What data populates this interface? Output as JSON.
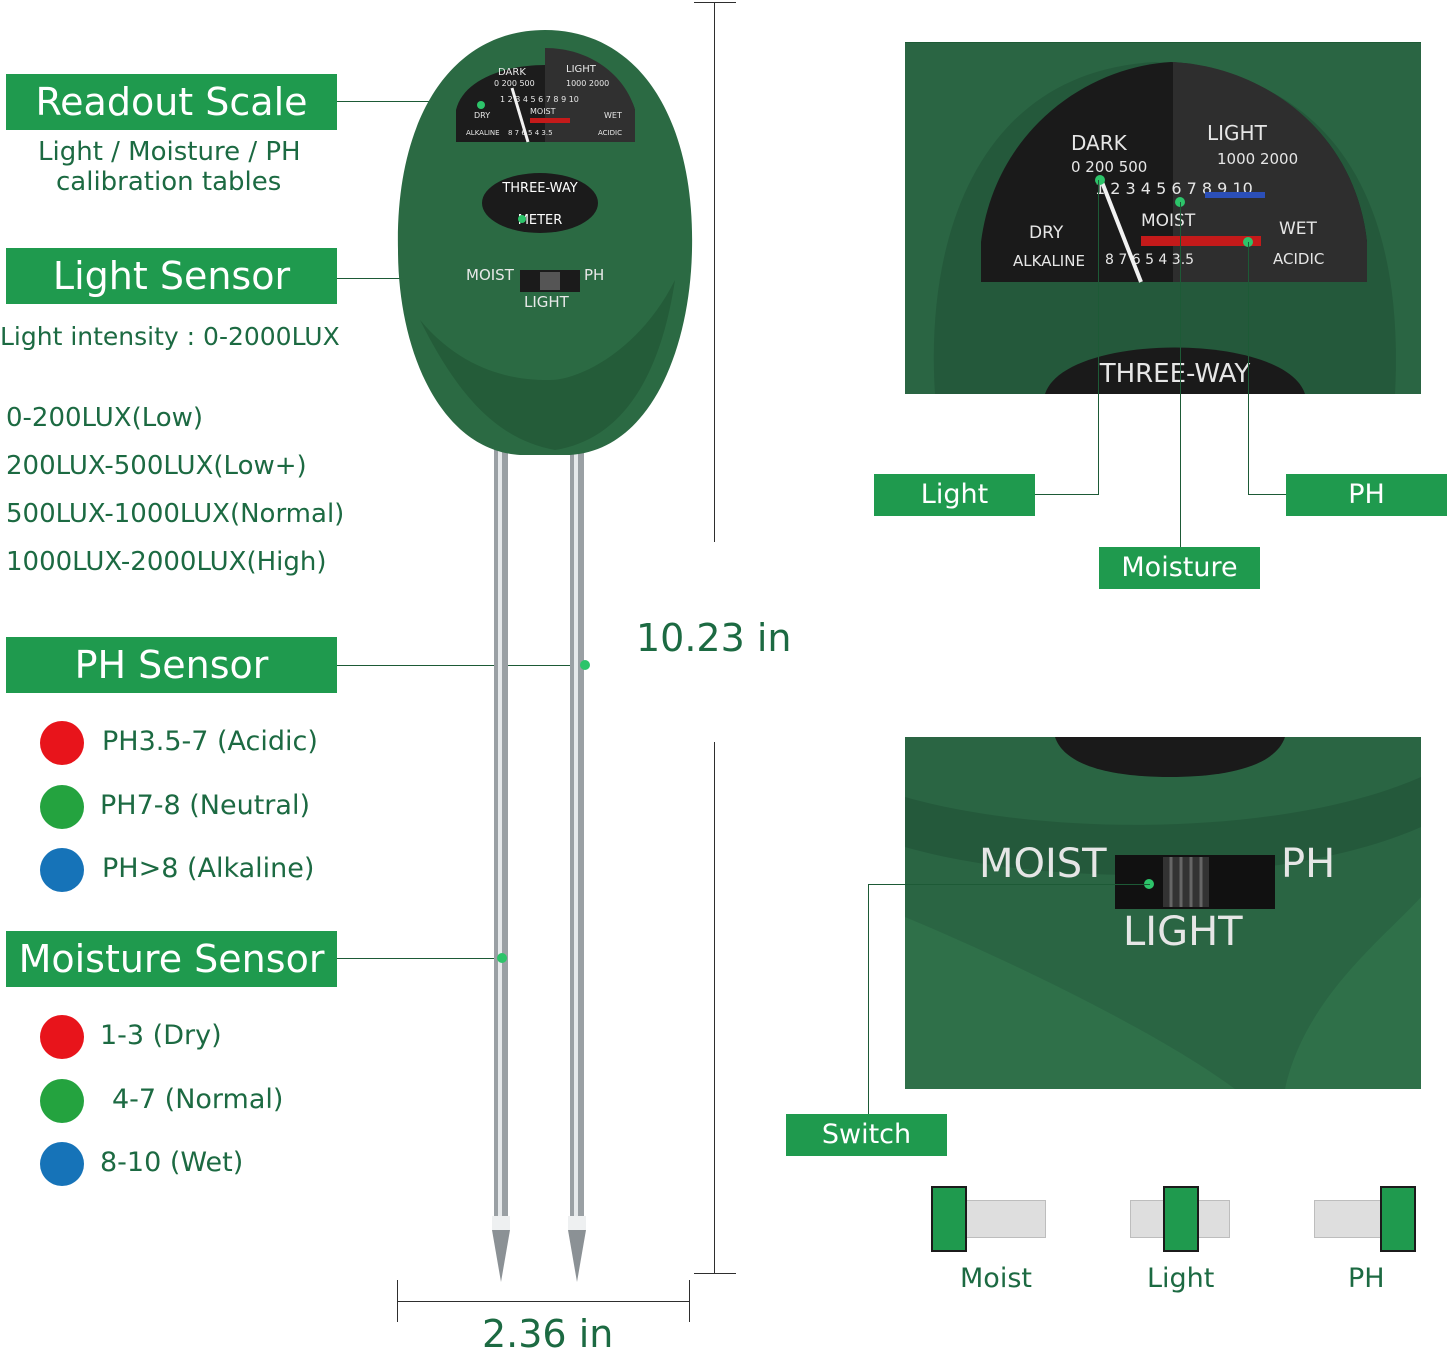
{
  "left_panel": {
    "readout": {
      "title": "Readout Scale",
      "line1": "Light / Moisture / PH",
      "line2": "calibration tables"
    },
    "light": {
      "title": "Light Sensor",
      "intensity": "Light intensity : 0-2000LUX",
      "ranges": [
        "0-200LUX(Low)",
        "200LUX-500LUX(Low+)",
        "500LUX-1000LUX(Normal)",
        "1000LUX-2000LUX(High)"
      ]
    },
    "ph": {
      "title": "PH Sensor",
      "items": [
        {
          "label": "PH3.5-7 (Acidic)",
          "color": "#e8141b"
        },
        {
          "label": "PH7-8 (Neutral)",
          "color": "#24a33f"
        },
        {
          "label": "PH>8 (Alkaline)",
          "color": "#1673b8"
        }
      ]
    },
    "moisture": {
      "title": "Moisture Sensor",
      "items": [
        {
          "label": "1-3 (Dry)",
          "color": "#e8141b"
        },
        {
          "label": "4-7 (Normal)",
          "color": "#24a33f"
        },
        {
          "label": "8-10 (Wet)",
          "color": "#1673b8"
        }
      ]
    }
  },
  "dimensions": {
    "height": "10.23 in",
    "width": "2.36 in"
  },
  "meter_face": {
    "dark": "DARK",
    "light": "LIGHT",
    "dry": "DRY",
    "wet": "WET",
    "moist": "MOIST",
    "alkaline": "ALKALINE",
    "acidic": "ACIDIC",
    "lux_left": "0 200 500",
    "lux_right": "1000 2000",
    "moist_scale": "1 2 3 4 5 6 7 8 9 10",
    "ph_scale": "8 7 6 5 4 3.5",
    "brand_top": "THREE-WAY",
    "brand_bottom": "METER",
    "switch_left": "MOIST",
    "switch_right": "PH",
    "switch_bottom": "LIGHT"
  },
  "detail_tags": {
    "light": "Light",
    "moisture": "Moisture",
    "ph": "PH",
    "switch": "Switch"
  },
  "switch_positions": [
    "Moist",
    "Light",
    "PH"
  ],
  "colors": {
    "accent_green": "#1f9a4e",
    "text_green": "#1c6a42",
    "meter_body": "#2b6a43"
  }
}
